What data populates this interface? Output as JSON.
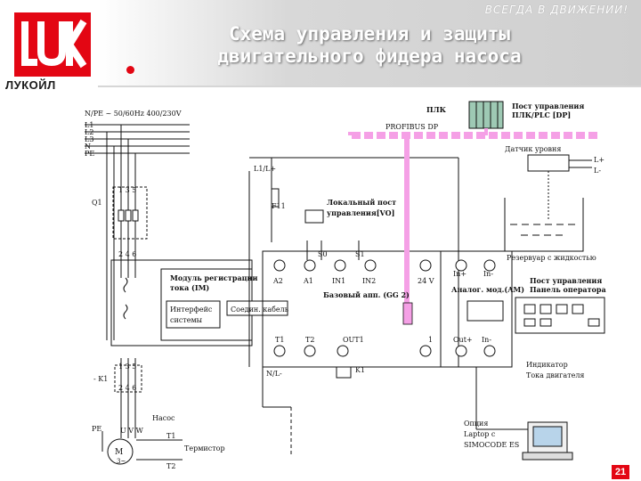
{
  "slogan": "ВСЕГДА В ДВИЖЕНИИ!",
  "brand": "ЛУКОЙЛ",
  "title_line1": "Схема управления и защиты",
  "title_line2": "двигательного фидера насоса",
  "page_number": "21",
  "colors": {
    "brand_red": "#e30613",
    "profibus_pink": "#f5a0e6",
    "plc_green": "#9ec9b4"
  },
  "diagram": {
    "supply": "N/PE ~ 50/60Hz 400/230V",
    "bus_lines": [
      "L1",
      "L2",
      "L3",
      "N",
      "PE"
    ],
    "l1l": "L1/L+",
    "plc": "ПЛК",
    "plc_panel_line1": "Пост управления",
    "plc_panel_line2": "ПЛК/PLC [DP]",
    "profibus": "PROFIBUS DP",
    "level_sensor": "Датчик уровня",
    "lplus": "L+",
    "lminus": "L-",
    "reservoir": "Резервуар с жидкостью",
    "q1": "Q1",
    "q1_pins_top": "1 3 5",
    "q1_pins_bottom": "2 4 6",
    "f11": "F11",
    "local_post_line1": "Локальный пост",
    "local_post_line2": "управления[VO]",
    "s0": "S0",
    "s1": "S1",
    "module_line1": "Модуль регистрации",
    "module_line2": "тока (IM)",
    "interface_line1": "Интерфейс",
    "interface_line2": "системы",
    "cable": "Соедин. кабель",
    "term_a2": "A2",
    "term_a1": "A1",
    "term_in1": "IN1",
    "term_in2": "IN2",
    "term_24v": "24 V",
    "term_inp": "In+",
    "term_inm": "In-",
    "base_unit": "Базовый апп. (GG 2)",
    "analog_mod": "Аналог. мод.(AM)",
    "operator_panel_line1": "Пост управления",
    "operator_panel_line2": "Панель оператора",
    "term_t1": "T1",
    "term_t2": "T2",
    "term_out1": "OUT1",
    "term_1": "1",
    "term_outp": "Out+",
    "term_outm": "In-",
    "k1_label": "K1",
    "nl": "N/L-",
    "k1_main": "- K1",
    "k1_pins_top": "1 3 5",
    "k1_pins_bottom": "2 4 6",
    "indicator_line1": "Индикатор",
    "indicator_line2": "Тока двигателя",
    "pump": "Насос",
    "pe": "PE",
    "uvw": "U V W",
    "motor": "M",
    "motor_phase": "3~",
    "t1_out": "T1",
    "t2_out": "T2",
    "thermistor": "Термистор",
    "option_line1": "Опция",
    "option_line2": "Laptop с",
    "option_line3": "SIMOCODE ES"
  }
}
